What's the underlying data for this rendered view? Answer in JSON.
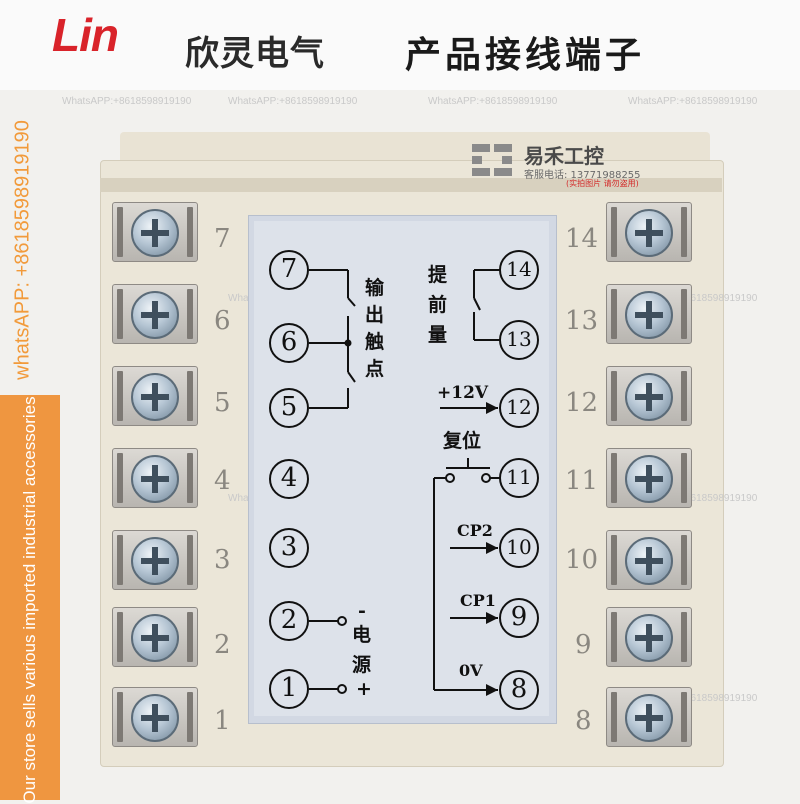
{
  "header": {
    "logo_text": "Lin",
    "brand_cn": "欣灵电气",
    "title_cn": "产品接线端子"
  },
  "watermark": {
    "whatsapp": "WhatsAPP:+8618598919190",
    "side_vertical": "whatsAPP: +8618598919190",
    "side_promo": "Our store sells various imported industrial accessories"
  },
  "company": {
    "name": "易禾工控",
    "tel": "客服电话: 13771988255",
    "note": "(实拍图片 请勿盗用)"
  },
  "terminals": {
    "left_pins": [
      "7",
      "6",
      "5",
      "4",
      "3",
      "2",
      "1"
    ],
    "right_pins": [
      "14",
      "13",
      "12",
      "11",
      "10",
      "9",
      "8"
    ]
  },
  "label": {
    "left_circles": [
      "7",
      "6",
      "5",
      "4",
      "3",
      "2",
      "1"
    ],
    "right_circles": [
      "14",
      "13",
      "12",
      "11",
      "10",
      "9",
      "8"
    ],
    "output_contacts": [
      "输",
      "出",
      "触",
      "点"
    ],
    "advance": [
      "提",
      "前",
      "量"
    ],
    "power": [
      "电",
      "源"
    ],
    "plus_12v": "+12V",
    "reset": "复位",
    "cp2": "CP2",
    "cp1": "CP1",
    "zero_v": "0V",
    "minus_sign": "-",
    "plus_sign": "+"
  },
  "colors": {
    "logo_red": "#d9232a",
    "promo_orange": "#ef9640",
    "housing_beige": "#ebe6d8",
    "panel_blue_grey": "#dde2ea"
  }
}
